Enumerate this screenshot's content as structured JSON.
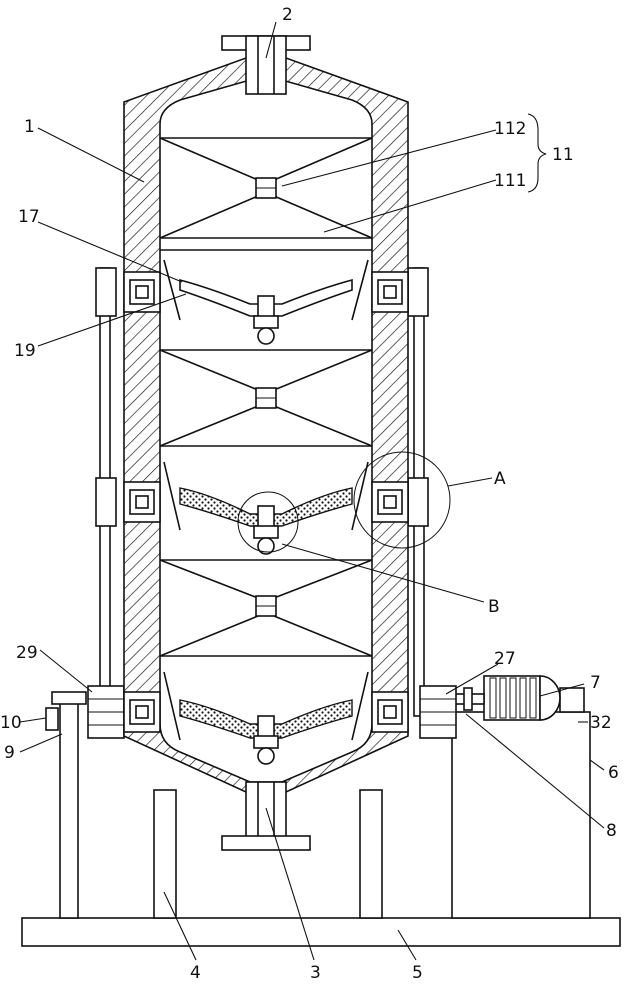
{
  "labels": {
    "l1": "1",
    "l2": "2",
    "l3": "3",
    "l4": "4",
    "l5": "5",
    "l6": "6",
    "l7": "7",
    "l8": "8",
    "l9": "9",
    "l10": "10",
    "l11": "11",
    "l17": "17",
    "l19": "19",
    "l27": "27",
    "l29": "29",
    "l32": "32",
    "l111": "111",
    "l112": "112",
    "lA": "A",
    "lB": "B"
  }
}
